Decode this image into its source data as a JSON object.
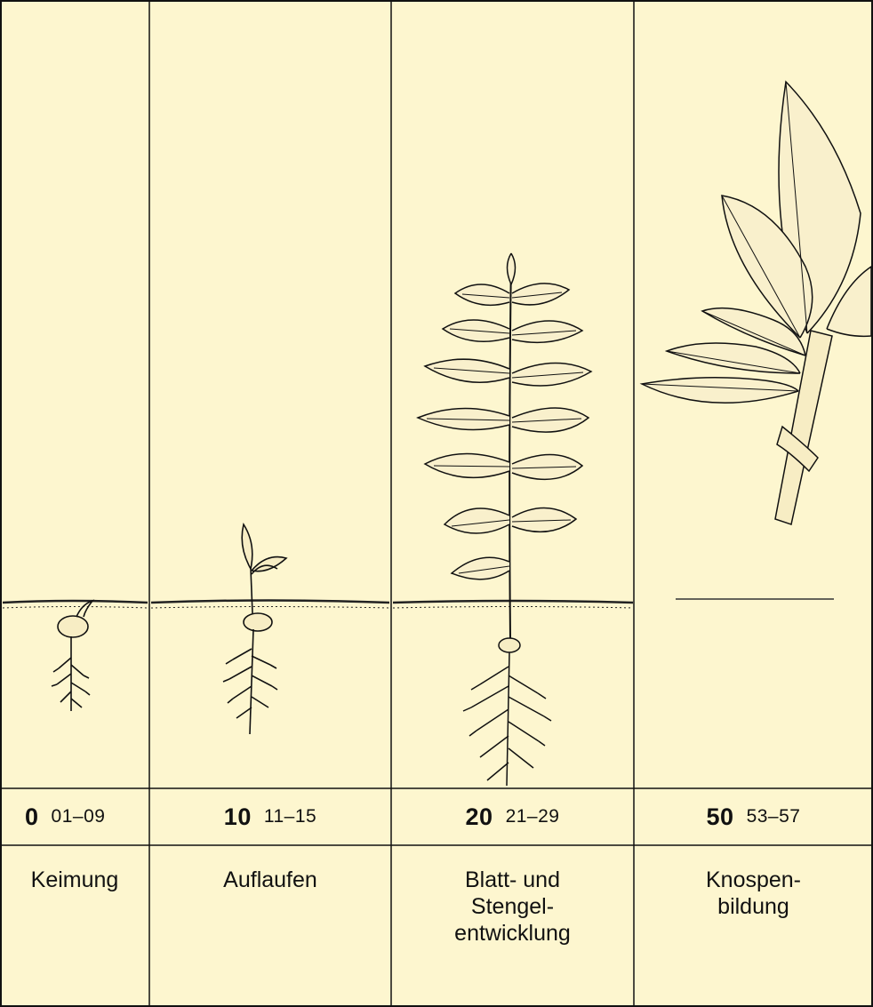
{
  "stages": [
    {
      "code": "0",
      "range": "01–09",
      "label": "Keimung",
      "drawing": "seed-germination"
    },
    {
      "code": "10",
      "range": "11–15",
      "label": "Auflaufen",
      "drawing": "seedling-emergence"
    },
    {
      "code": "20",
      "range": "21–29",
      "label": "Blatt- und\nStengel-\nentwicklung",
      "drawing": "leafy-plant-with-roots"
    },
    {
      "code": "50",
      "range": "53–57",
      "label": "Knospen-\nbildung",
      "drawing": "flower-buds-on-stem"
    }
  ],
  "colors": {
    "paper": "#fdf6cf",
    "ink": "#111111"
  }
}
